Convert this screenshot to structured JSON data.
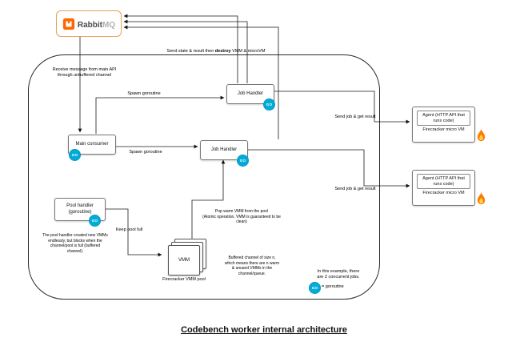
{
  "title": "Codebench worker internal architecture",
  "rabbitmq": {
    "name_dark": "Rabbit",
    "name_light": "MQ"
  },
  "icons": {
    "go": "GO"
  },
  "colors": {
    "accent_orange": "#ff6600",
    "go_blue": "#00ADD8",
    "flame_orange": "#ff7a00",
    "border_dark": "#2b2b2b"
  },
  "nodes": {
    "main_consumer": "Main consumer",
    "job_handler_top": "Job Handler",
    "job_handler_mid": "Job Handler",
    "pool_handler": "Pool handler\n(goroutine)",
    "vmm": "VMM",
    "vmm_pool_label": "Firecracker VMM pool"
  },
  "agents": [
    {
      "title": "Agent (HTTP API that\nruns code)",
      "subtitle": "Firecracker micro VM"
    },
    {
      "title": "Agent (HTTP API that\nruns code)",
      "subtitle": "Firecracker micro VM"
    }
  ],
  "labels": {
    "send_state_pre": "Send state & result then ",
    "send_state_bold": "destroy",
    "send_state_post": " VMM & microVM",
    "receive_message": "Receive message from main API\nthrough unbuffered channel",
    "spawn_goroutine_top": "Spawn goroutine",
    "spawn_goroutine_mid": "Spawn goroutine",
    "send_job_top": "Send job & get result",
    "send_job_mid": "Send job & get result",
    "keep_pool_full": "Keep pool full",
    "pop_warm": "Pop warm VMM from the pool\n(Atomic operation. VMM is guaranteed to be clean)",
    "buffered_note": "Buffered channel of size n,\nwhich means there are n warm\n& unused VMMs in the\nchannel/queue.",
    "pool_note": "The pool handler created new VMMs\nendlessly, but blocks when the\nchannel/pool is full (buffered\nchannel).",
    "example_note": "In this example, there\nare 2 concurrent jobs.",
    "goroutine_legend": "= goroutine"
  }
}
